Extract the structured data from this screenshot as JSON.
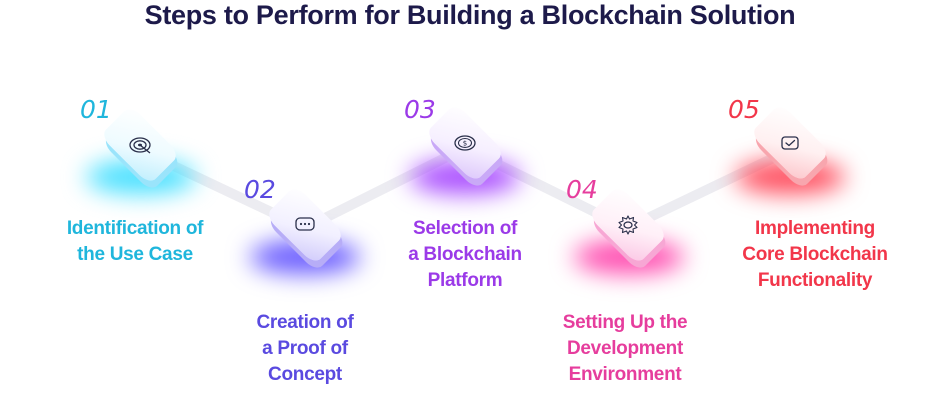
{
  "title": "Steps to Perform for Building a Blockchain Solution",
  "colors": {
    "title": "#1d1a4a",
    "step1": "#1fb6dc",
    "step2": "#5a4ae0",
    "step3": "#9b3ae8",
    "step4": "#e63d9d",
    "step5": "#f2364a"
  },
  "steps": [
    {
      "number": "01",
      "lines": [
        "Identification of",
        "the Use Case"
      ],
      "icon": "target-icon"
    },
    {
      "number": "02",
      "lines": [
        "Creation of",
        "a Proof of",
        "Concept"
      ],
      "icon": "chat-bubble-icon"
    },
    {
      "number": "03",
      "lines": [
        "Selection of",
        "a Blockchain",
        "Platform"
      ],
      "icon": "coin-icon"
    },
    {
      "number": "04",
      "lines": [
        "Setting Up the",
        "Development",
        "Environment"
      ],
      "icon": "gear-icon"
    },
    {
      "number": "05",
      "lines": [
        "Implementing",
        "Core Blockchain",
        "Functionality"
      ],
      "icon": "checkmark-icon"
    }
  ]
}
